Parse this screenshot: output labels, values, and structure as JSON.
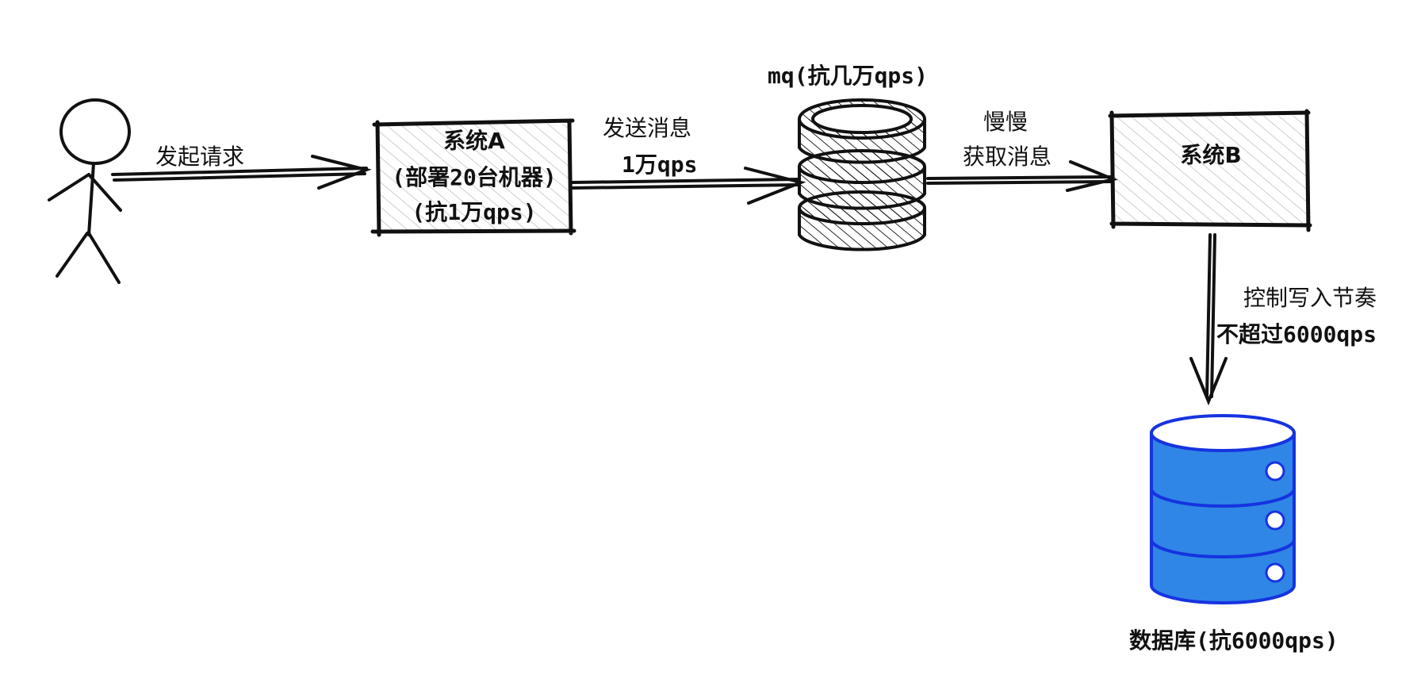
{
  "actor": {
    "request_label": "发起请求"
  },
  "system_a": {
    "title": "系统A",
    "line2": "(部署20台机器)",
    "line3": "(抗1万qps)"
  },
  "edge_a_to_mq": {
    "line1": "发送消息",
    "line2": "1万qps"
  },
  "mq": {
    "label": "mq(抗几万qps)"
  },
  "edge_mq_to_b": {
    "line1": "慢慢",
    "line2": "获取消息"
  },
  "system_b": {
    "title": "系统B"
  },
  "edge_b_to_db": {
    "line1": "控制写入节奏",
    "line2": "不超过6000qps"
  },
  "database": {
    "label": "数据库(抗6000qps)"
  },
  "colors": {
    "stroke": "#111111",
    "hatch": "#b9bec8",
    "database_fill": "#2f86e6",
    "database_stroke": "#1633e0"
  },
  "icons": [
    "stick-figure-icon",
    "database-icon"
  ]
}
